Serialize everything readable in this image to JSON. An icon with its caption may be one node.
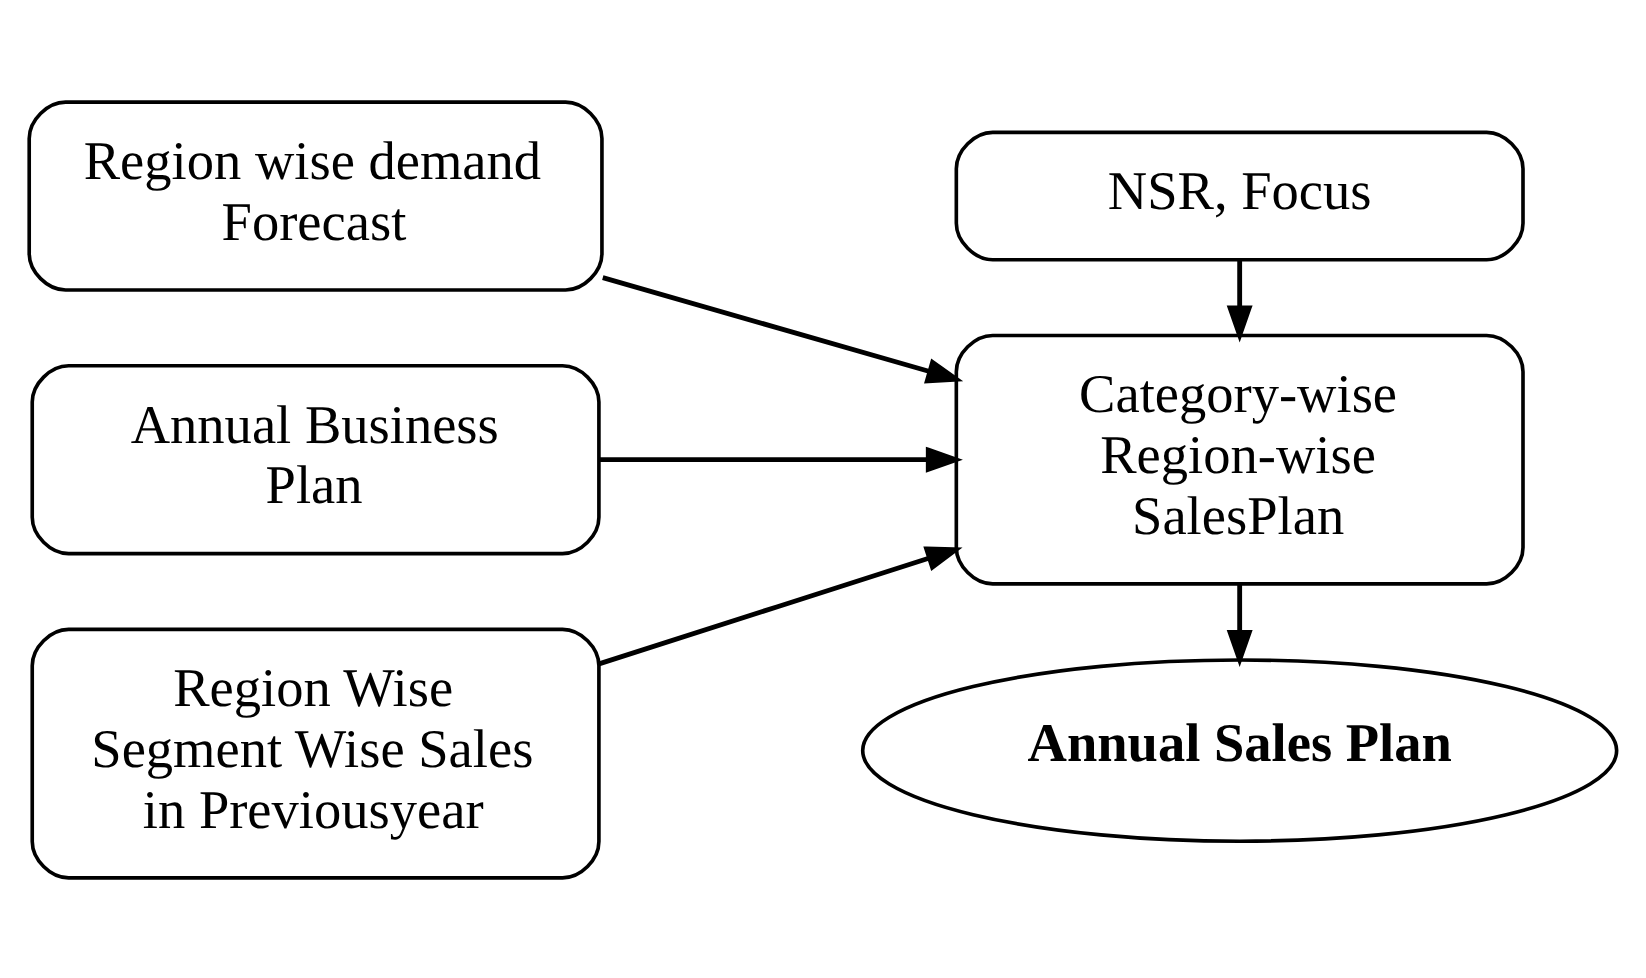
{
  "diagram": {
    "nodes": [
      {
        "text": [
          "Region wise demand Forecast"
        ]
      },
      {
        "text": [
          "NSR, Focus"
        ]
      },
      {
        "text": [
          "Annual Business Plan"
        ]
      },
      {
        "text": [
          "Category-wise Region-wise SalesPlan"
        ]
      },
      {
        "text": [
          "Region Wise Segment Wise Sales in Previousyear"
        ]
      },
      {
        "text": [
          "Annual Sales Plan"
        ]
      }
    ],
    "edges": [
      {
        "from": 0,
        "to": 3,
        "arrow": "to"
      },
      {
        "from": 2,
        "to": 3,
        "arrow": "to"
      },
      {
        "from": 4,
        "to": 3,
        "arrow": "to"
      },
      {
        "from": 1,
        "to": 3,
        "arrow": "to"
      },
      {
        "from": 3,
        "to": 5,
        "arrow": "to"
      }
    ]
  }
}
